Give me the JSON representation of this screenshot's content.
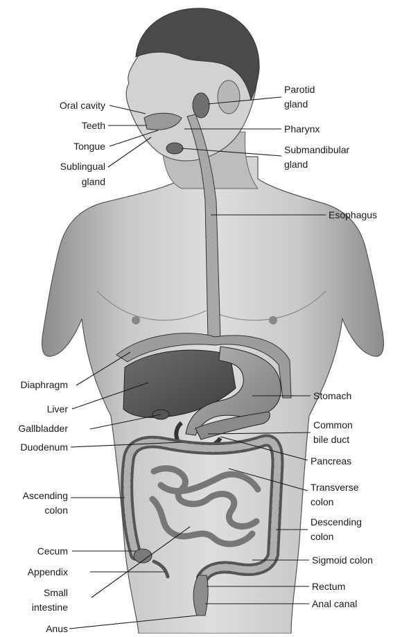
{
  "labels": {
    "oral_cavity": "Oral cavity",
    "teeth": "Teeth",
    "tongue": "Tongue",
    "sublingual_1": "Sublingual",
    "sublingual_2": "gland",
    "parotid_1": "Parotid",
    "parotid_2": "gland",
    "pharynx": "Pharynx",
    "submandibular_1": "Submandibular",
    "submandibular_2": "gland",
    "esophagus": "Esophagus",
    "diaphragm": "Diaphragm",
    "liver": "Liver",
    "gallbladder": "Gallbladder",
    "duodenum": "Duodenum",
    "ascending_1": "Ascending",
    "ascending_2": "colon",
    "cecum": "Cecum",
    "appendix": "Appendix",
    "small_1": "Small",
    "small_2": "intestine",
    "anus": "Anus",
    "stomach": "Stomach",
    "common_1": "Common",
    "common_2": "bile duct",
    "pancreas": "Pancreas",
    "transverse_1": "Transverse",
    "transverse_2": "colon",
    "descending_1": "Descending",
    "descending_2": "colon",
    "sigmoid": "Sigmoid colon",
    "rectum": "Rectum",
    "anal_canal": "Anal canal"
  }
}
